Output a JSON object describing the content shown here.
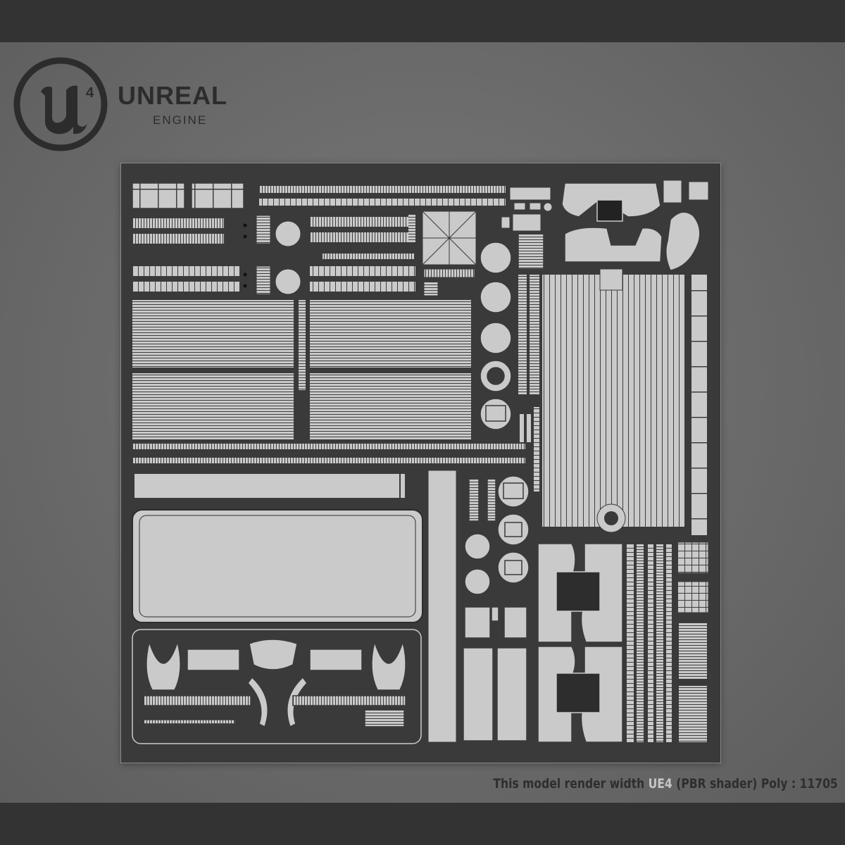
{
  "brand": {
    "logo_mark": "unreal-u4-logo",
    "logo_glyph": "4",
    "name": "UNREAL",
    "subtitle": "ENGINE"
  },
  "caption": {
    "prefix": "This model render width ",
    "highlight": "UE4",
    "suffix": " (PBR shader) Poly : 11705"
  },
  "colors": {
    "background": "#6d6d6d",
    "bars": "#333333",
    "sheet": "#3a3a3a",
    "island": "#c9c9c9",
    "wire": "#3a3a3a",
    "caption_text": "#2e2e2e",
    "caption_highlight": "#c6c6c6"
  }
}
